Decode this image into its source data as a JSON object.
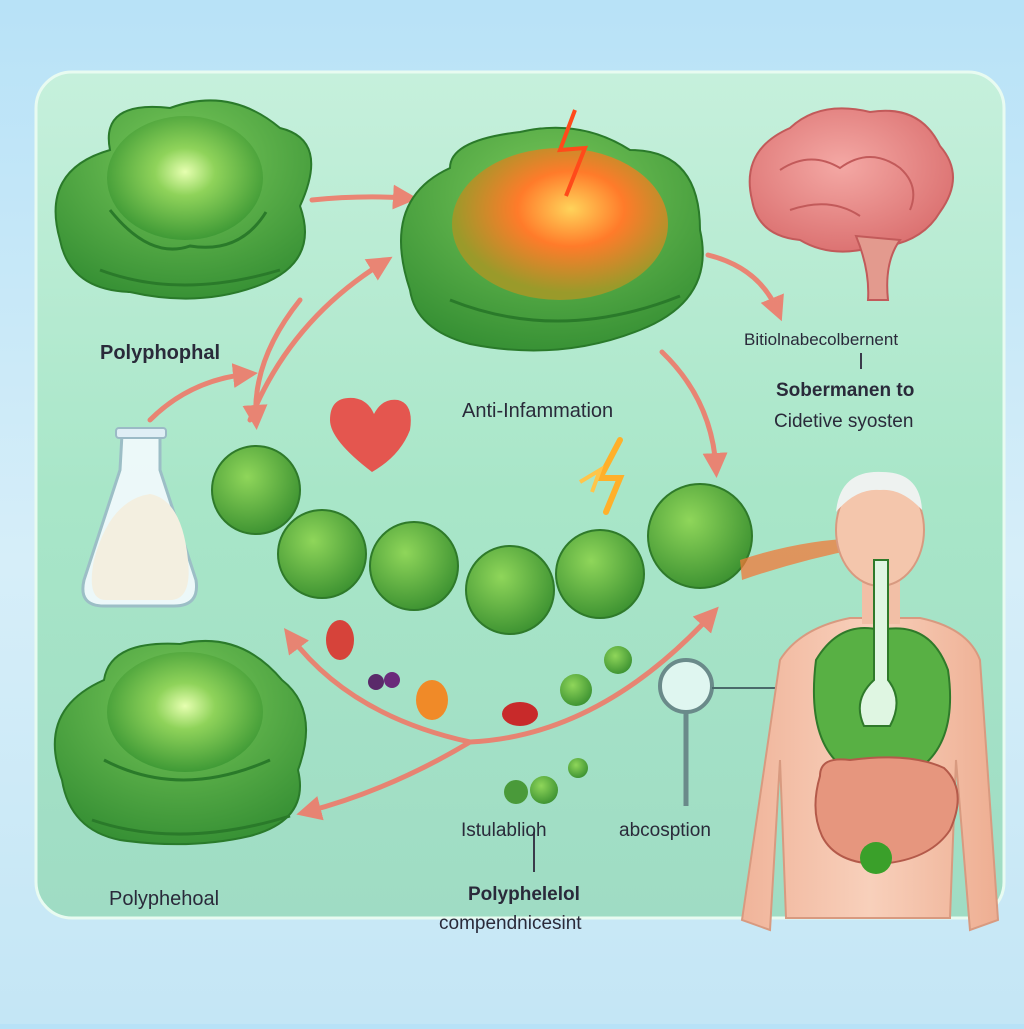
{
  "labels": {
    "polyphenol_top": "Polyphophal",
    "anti_inflammation": "Anti-Infammation",
    "brain_line1": "Bitiolnabecolbernent",
    "brain_line2": "Sobermanen to",
    "brain_line3": "Cidetive syosten",
    "polyphenol_bottom": "Polyphehoal",
    "bottom_mid_top": "Istulablioh",
    "absorption": "abcosption",
    "polyphenol_compound_line1": "Polyphelelol",
    "polyphenol_compound_line2": "compendnicesint"
  },
  "colors": {
    "arrow": "#ef7a6a",
    "panel": "#a6e6c8",
    "cabbage": "#5fb84a",
    "brain": "#e98a8a",
    "skin": "#f3c0a6",
    "heart": "#e4564f"
  }
}
